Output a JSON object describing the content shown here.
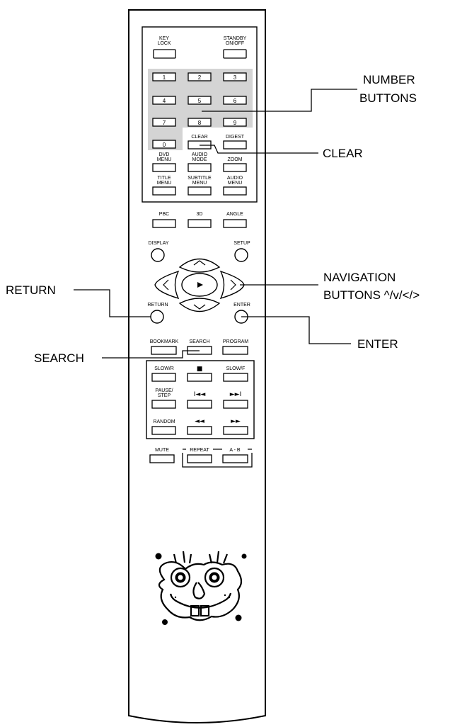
{
  "remote": {
    "top": {
      "key_lock": [
        "KEY",
        "LOCK"
      ],
      "standby": [
        "STANDBY",
        "ON/OFF"
      ]
    },
    "numbers": [
      "1",
      "2",
      "3",
      "4",
      "5",
      "6",
      "7",
      "8",
      "9",
      "0"
    ],
    "clear": "CLEAR",
    "digest": "DIGEST",
    "dvd_menu": [
      "DVD",
      "MENU"
    ],
    "audio_mode": [
      "AUDIO",
      "MODE"
    ],
    "zoom": "ZOOM",
    "title_menu": [
      "TITLE",
      "MENU"
    ],
    "subtitle_menu": [
      "SUBTITLE",
      "MENU"
    ],
    "audio_menu": [
      "AUDIO",
      "MENU"
    ],
    "pbc": "PBC",
    "three_d": "3D",
    "angle": "ANGLE",
    "display": "DISPLAY",
    "setup": "SETUP",
    "return": "RETURN",
    "enter": "ENTER",
    "bookmark": "BOOKMARK",
    "search": "SEARCH",
    "program": "PROGRAM",
    "slow_r": "SLOW/R",
    "stop_symbol": "■",
    "slow_f": "SLOW/F",
    "pause_step": [
      "PAUSE/",
      "STEP"
    ],
    "prev_symbol": "I◄◄",
    "next_symbol": "►►I",
    "random": "RANDOM",
    "rew_symbol": "◄◄",
    "ff_symbol": "►►",
    "mute": "MUTE",
    "repeat": "REPEAT",
    "a_b": "A - B"
  },
  "callouts": {
    "number_buttons": [
      "NUMBER",
      "BUTTONS"
    ],
    "clear": "CLEAR",
    "navigation": [
      "NAVIGATION",
      "BUTTONS ^/v/</>"
    ],
    "return": "RETURN",
    "enter": "ENTER",
    "search": "SEARCH"
  },
  "colors": {
    "shade": "#d4d4d4",
    "ink": "#000000"
  }
}
